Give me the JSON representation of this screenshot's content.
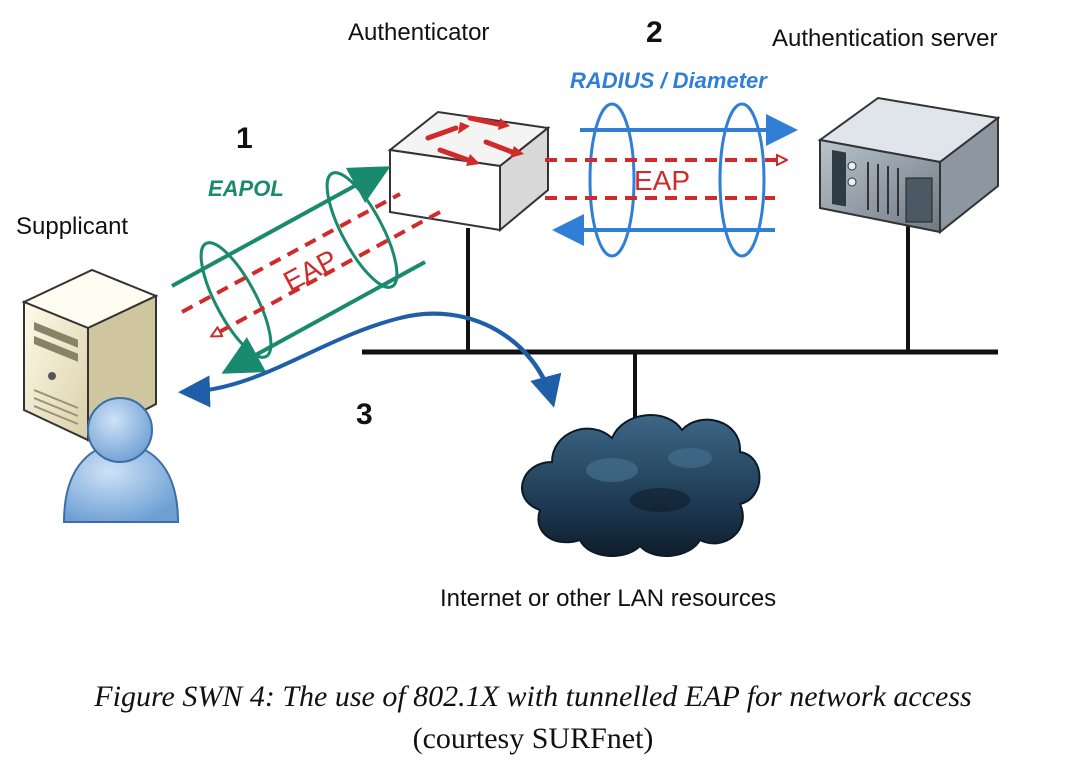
{
  "nodes": {
    "supplicant": "Supplicant",
    "authenticator": "Authenticator",
    "server": "Authentication server",
    "internet": "Internet or other LAN resources"
  },
  "steps": {
    "step1": "1",
    "step2": "2",
    "step3": "3"
  },
  "protocols": {
    "eapol": "EAPOL",
    "radius": "RADIUS / Diameter",
    "eap_left": "EAP",
    "eap_right": "EAP"
  },
  "caption": {
    "line1": "Figure SWN 4: The use of 802.1X with tunnelled EAP for network access",
    "line2": "(courtesy SURFnet)"
  },
  "colors": {
    "green": "#1a8a6e",
    "blue": "#2f7fd6",
    "red": "#d12a2a",
    "dark_blue": "#1f5fa8"
  }
}
